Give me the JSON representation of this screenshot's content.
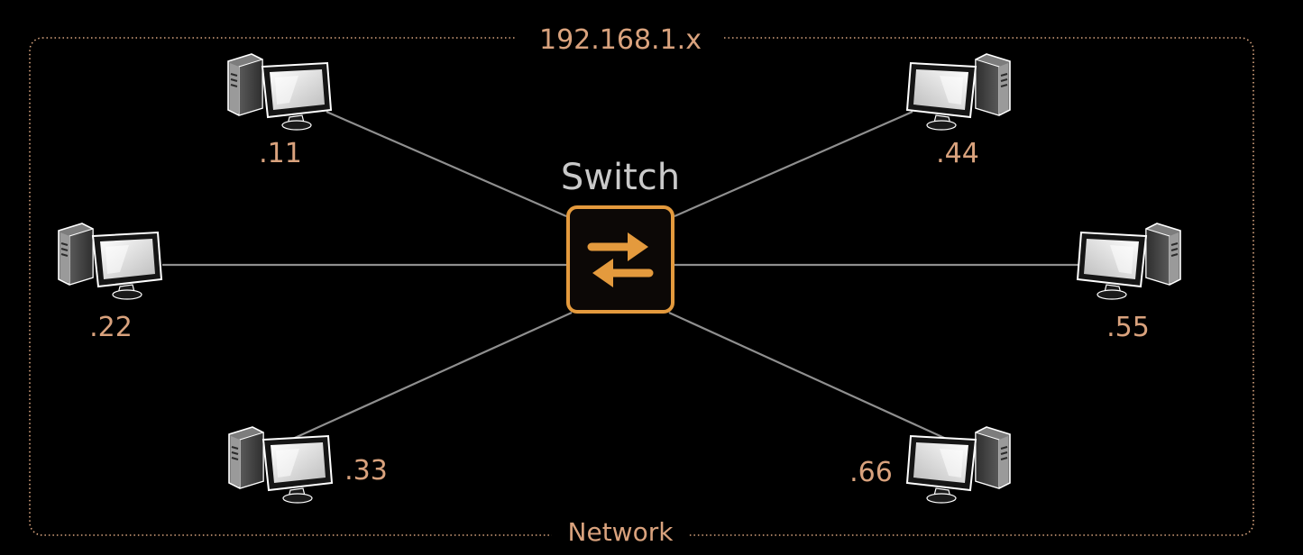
{
  "network": {
    "subnet_label": "192.168.1.x",
    "bottom_label": "Network",
    "border_color": "#d8a47f",
    "label_color": "#d9a27d"
  },
  "switch": {
    "label": "Switch",
    "label_color": "#c9c9c9",
    "icon": "bidirectional-arrows-icon",
    "accent_color": "#e49a3d",
    "fill_color": "#0c0806"
  },
  "link_color": "#8f8f8f",
  "hosts": [
    {
      "id": "host-11",
      "label": ".11",
      "icon": "desktop-computer-icon",
      "facing": "right"
    },
    {
      "id": "host-22",
      "label": ".22",
      "icon": "desktop-computer-icon",
      "facing": "right"
    },
    {
      "id": "host-33",
      "label": ".33",
      "icon": "desktop-computer-icon",
      "facing": "right"
    },
    {
      "id": "host-44",
      "label": ".44",
      "icon": "desktop-computer-icon",
      "facing": "left"
    },
    {
      "id": "host-55",
      "label": ".55",
      "icon": "desktop-computer-icon",
      "facing": "left"
    },
    {
      "id": "host-66",
      "label": ".66",
      "icon": "desktop-computer-icon",
      "facing": "left"
    }
  ]
}
